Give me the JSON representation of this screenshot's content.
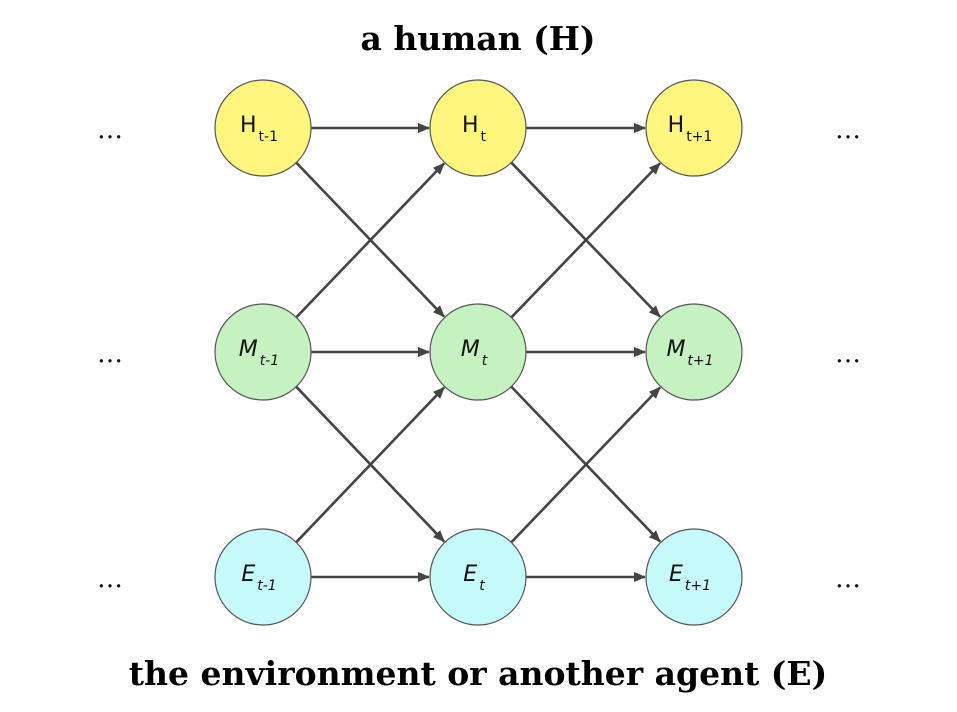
{
  "title_top": "a human (H)",
  "title_bottom": "the environment or another agent (E)",
  "ellipsis": "…",
  "colors": {
    "H": "#fff67f",
    "M": "#c5f2c0",
    "E": "#c6fafa",
    "stroke": "#555555",
    "edge": "#444444"
  },
  "nodes": [
    {
      "id": "H_prev",
      "row": "H",
      "col": 0,
      "main": "H",
      "sub": "t-1",
      "italic": false
    },
    {
      "id": "H_t",
      "row": "H",
      "col": 1,
      "main": "H",
      "sub": "t",
      "italic": false
    },
    {
      "id": "H_next",
      "row": "H",
      "col": 2,
      "main": "H",
      "sub": "t+1",
      "italic": false
    },
    {
      "id": "M_prev",
      "row": "M",
      "col": 0,
      "main": "M",
      "sub": "t-1",
      "italic": true
    },
    {
      "id": "M_t",
      "row": "M",
      "col": 1,
      "main": "M",
      "sub": "t",
      "italic": true
    },
    {
      "id": "M_next",
      "row": "M",
      "col": 2,
      "main": "M",
      "sub": "t+1",
      "italic": true
    },
    {
      "id": "E_prev",
      "row": "E",
      "col": 0,
      "main": "E",
      "sub": "t-1",
      "italic": true
    },
    {
      "id": "E_t",
      "row": "E",
      "col": 1,
      "main": "E",
      "sub": "t",
      "italic": true
    },
    {
      "id": "E_next",
      "row": "E",
      "col": 2,
      "main": "E",
      "sub": "t+1",
      "italic": true
    }
  ],
  "edges": [
    [
      "H_prev",
      "H_t"
    ],
    [
      "H_prev",
      "M_t"
    ],
    [
      "M_prev",
      "H_t"
    ],
    [
      "M_prev",
      "M_t"
    ],
    [
      "M_prev",
      "E_t"
    ],
    [
      "E_prev",
      "M_t"
    ],
    [
      "E_prev",
      "E_t"
    ],
    [
      "H_t",
      "H_next"
    ],
    [
      "H_t",
      "M_next"
    ],
    [
      "M_t",
      "H_next"
    ],
    [
      "M_t",
      "M_next"
    ],
    [
      "M_t",
      "E_next"
    ],
    [
      "E_t",
      "M_next"
    ],
    [
      "E_t",
      "E_next"
    ]
  ]
}
